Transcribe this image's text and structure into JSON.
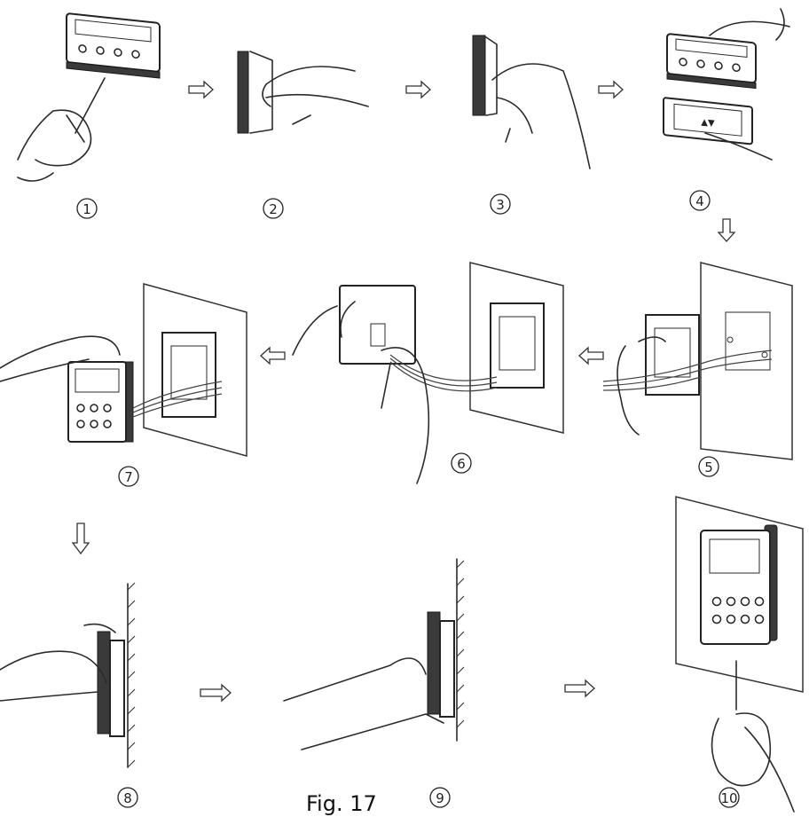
{
  "figure": {
    "caption": "Fig. 17",
    "steps": [
      {
        "label": "1"
      },
      {
        "label": "2"
      },
      {
        "label": "3"
      },
      {
        "label": "4"
      },
      {
        "label": "5"
      },
      {
        "label": "6"
      },
      {
        "label": "7"
      },
      {
        "label": "8"
      },
      {
        "label": "9"
      },
      {
        "label": "10"
      }
    ]
  }
}
